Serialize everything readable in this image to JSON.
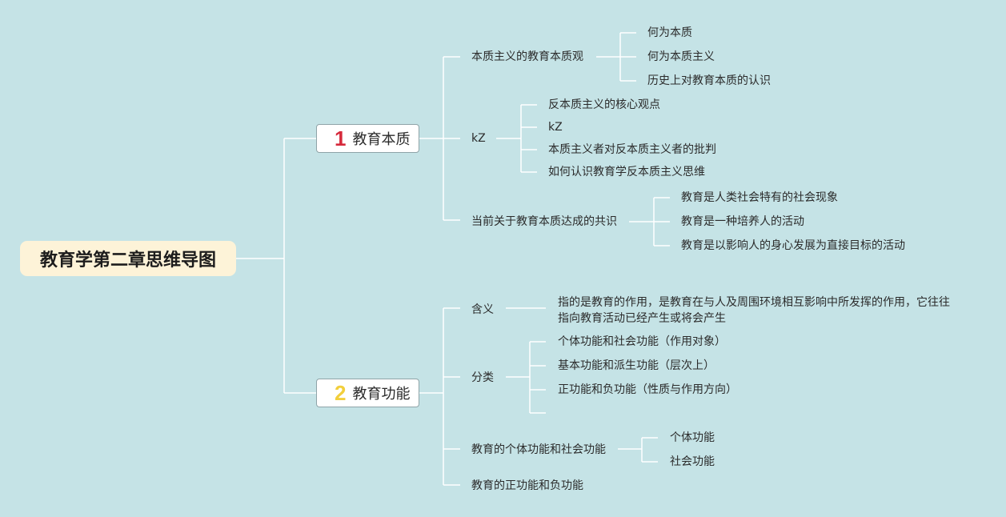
{
  "colors": {
    "background": "#c5e3e6",
    "root_fill": "#fdf3d8",
    "line": "#ffffff",
    "branch1_number": "#d62a3c",
    "branch2_number": "#f2cf3c"
  },
  "root": {
    "title": "教育学第二章思维导图"
  },
  "branches": [
    {
      "number": "1",
      "label": "教育本质",
      "children": [
        {
          "label": "本质主义的教育本质观",
          "children": [
            "何为本质",
            "何为本质主义",
            "历史上对教育本质的认识"
          ]
        },
        {
          "label": "kZ",
          "children": [
            "反本质主义的核心观点",
            "kZ",
            "本质主义者对反本质主义者的批判",
            "如何认识教育学反本质主义思维"
          ]
        },
        {
          "label": "当前关于教育本质达成的共识",
          "children": [
            "教育是人类社会特有的社会现象",
            "教育是一种培养人的活动",
            "教育是以影响人的身心发展为直接目标的活动"
          ]
        }
      ]
    },
    {
      "number": "2",
      "label": "教育功能",
      "children": [
        {
          "label": "含义",
          "children": [
            "指的是教育的作用，是教育在与人及周围环境相互影响中所发挥的作用，它往往指向教育活动已经产生或将会产生"
          ]
        },
        {
          "label": "分类",
          "children": [
            "个体功能和社会功能（作用对象）",
            "基本功能和派生功能（层次上）",
            "正功能和负功能（性质与作用方向）",
            ""
          ]
        },
        {
          "label": "教育的个体功能和社会功能",
          "children": [
            "个体功能",
            "社会功能"
          ]
        },
        {
          "label": "教育的正功能和负功能",
          "children": []
        }
      ]
    }
  ]
}
